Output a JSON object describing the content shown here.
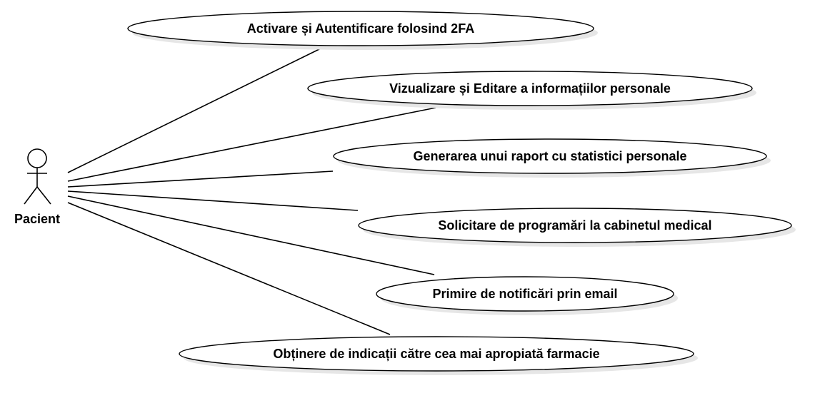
{
  "actor": {
    "name": "Pacient"
  },
  "use_cases": [
    {
      "label": "Activare și Autentificare folosind 2FA"
    },
    {
      "label": "Vizualizare și Editare a informațiilor personale"
    },
    {
      "label": "Generarea unui raport cu statistici personale"
    },
    {
      "label": "Solicitare de programări la cabinetul medical"
    },
    {
      "label": "Primire de notificări prin email"
    },
    {
      "label": "Obținere de indicații către cea mai apropiată farmacie"
    }
  ],
  "colors": {
    "stroke": "#000000",
    "fill": "#ffffff",
    "shadow": "#e6e6e6"
  }
}
